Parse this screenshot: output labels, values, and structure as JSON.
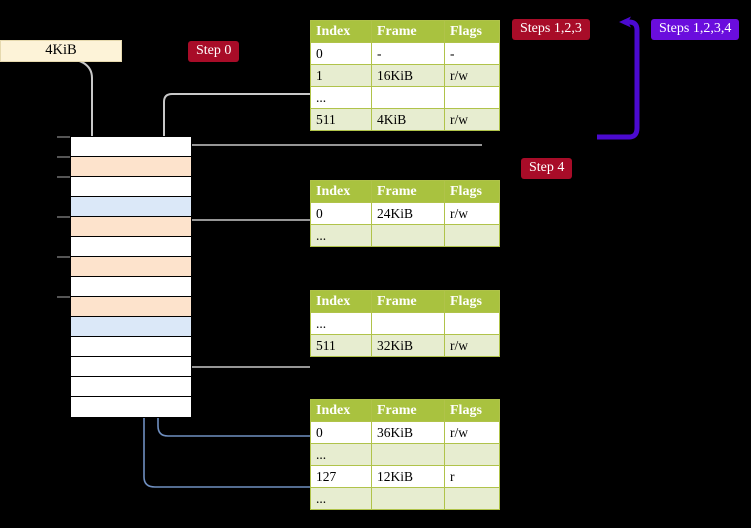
{
  "labels": {
    "step0": "Step 0",
    "step4": "Step 4",
    "steps123": "Steps 1,2,3",
    "steps1234": "Steps 1,2,3,4",
    "frame_size": "4KiB"
  },
  "colors": {
    "header_green": "#a9c23f",
    "row_alt": "#e7edd0",
    "highlight_yellow": "#ffffa8",
    "crimson": "#a80c28",
    "violet": "#6a0ddd",
    "orange_row": "#fde3cc",
    "blue_row": "#dbe8f8",
    "connector_grey": "#c8c8c8",
    "connector_blue": "#6f8fc0",
    "box_cream": "#fdf3d8"
  },
  "tables": [
    {
      "name": "pml4-table",
      "columns": [
        "Index",
        "Frame",
        "Flags"
      ],
      "rows": [
        {
          "index": "0",
          "frame": "-",
          "flags": "-",
          "style": "plain",
          "highlight": false
        },
        {
          "index": "1",
          "frame": "16KiB",
          "flags": "r/w",
          "style": "alt",
          "highlight": false
        },
        {
          "index": "...",
          "frame": "",
          "flags": "",
          "style": "plain",
          "highlight": false
        },
        {
          "index": "511",
          "frame": "4KiB",
          "flags": "r/w",
          "style": "alt",
          "highlight": true
        }
      ]
    },
    {
      "name": "pdp-table",
      "columns": [
        "Index",
        "Frame",
        "Flags"
      ],
      "rows": [
        {
          "index": "0",
          "frame": "24KiB",
          "flags": "r/w",
          "style": "plain",
          "highlight": false
        },
        {
          "index": "...",
          "frame": "",
          "flags": "",
          "style": "alt",
          "highlight": false
        }
      ]
    },
    {
      "name": "pd-table",
      "columns": [
        "Index",
        "Frame",
        "Flags"
      ],
      "rows": [
        {
          "index": "...",
          "frame": "",
          "flags": "",
          "style": "plain",
          "highlight": false
        },
        {
          "index": "511",
          "frame": "32KiB",
          "flags": "r/w",
          "style": "alt",
          "highlight": false
        }
      ]
    },
    {
      "name": "pt-table",
      "columns": [
        "Index",
        "Frame",
        "Flags"
      ],
      "rows": [
        {
          "index": "0",
          "frame": "36KiB",
          "flags": "r/w",
          "style": "plain",
          "highlight": false
        },
        {
          "index": "...",
          "frame": "",
          "flags": "",
          "style": "alt",
          "highlight": false
        },
        {
          "index": "127",
          "frame": "12KiB",
          "flags": "r",
          "style": "plain",
          "highlight": false
        },
        {
          "index": "...",
          "frame": "",
          "flags": "",
          "style": "alt",
          "highlight": false
        }
      ]
    }
  ],
  "memory": {
    "name": "physical-memory-column",
    "rows": [
      {
        "fill": "white"
      },
      {
        "fill": "orange"
      },
      {
        "fill": "white"
      },
      {
        "fill": "blue"
      },
      {
        "fill": "orange"
      },
      {
        "fill": "white"
      },
      {
        "fill": "orange"
      },
      {
        "fill": "white"
      },
      {
        "fill": "orange"
      },
      {
        "fill": "blue"
      },
      {
        "fill": "white"
      },
      {
        "fill": "white"
      },
      {
        "fill": "white"
      },
      {
        "fill": "white"
      }
    ]
  }
}
